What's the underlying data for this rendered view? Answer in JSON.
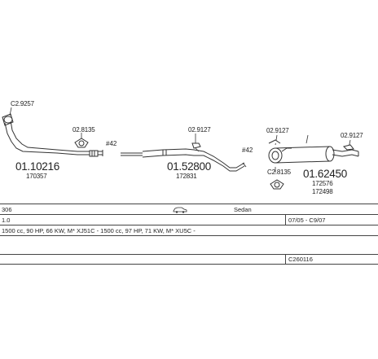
{
  "diagram": {
    "clamps": {
      "front_top": "C2.9257",
      "front_mid": "02.8135",
      "middle_top": "02.9127",
      "rear_mid_top": "02.9127",
      "rear_right_top": "02.9127",
      "rear_bottom": "C2.8135"
    },
    "diameters": {
      "first": "#42",
      "second": "#42"
    },
    "parts": {
      "front": {
        "number": "01.10216",
        "ref": "170357"
      },
      "middle": {
        "number": "01.52800",
        "ref": "172831"
      },
      "rear": {
        "number": "01.62450",
        "ref1": "172576",
        "ref2": "172498"
      }
    }
  },
  "vehicle": {
    "model": "306",
    "body_type": "Sedan",
    "engine": "1.0",
    "years": "07/05 - C9/07",
    "engine_details": "1500 cc, 90 HP, 66 KW, M* XJ51C - 1500 cc, 97 HP, 71 KW, M* XU5C -",
    "catalog_code": "C260116"
  },
  "icons": {
    "vehicle_icon": "car-side-icon"
  }
}
